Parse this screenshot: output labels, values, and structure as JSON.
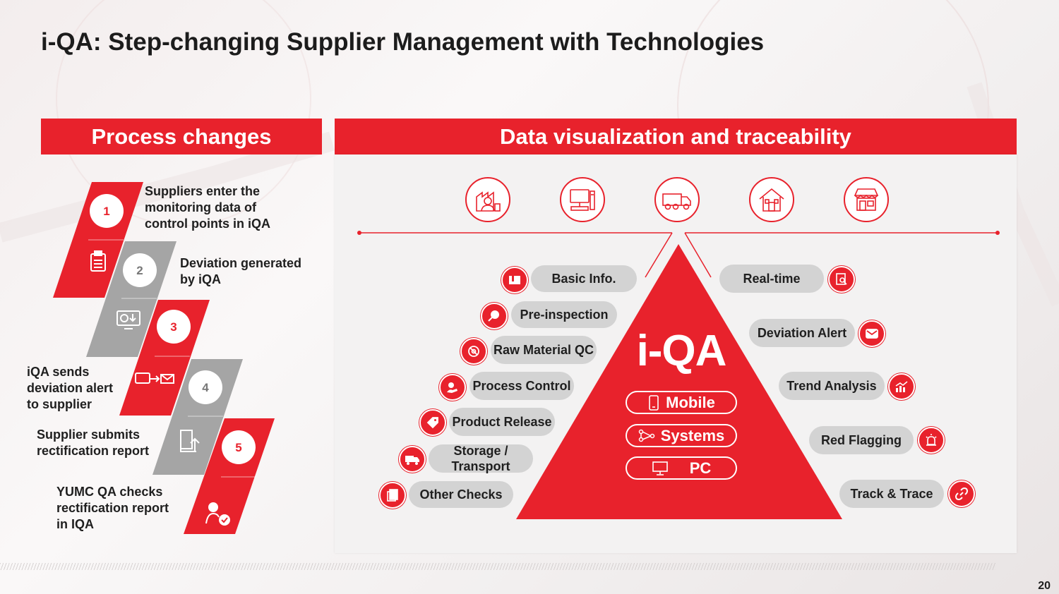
{
  "title": "i-QA: Step-changing Supplier Management with Technologies",
  "left_header": "Process changes",
  "right_header": "Data visualization and  traceability",
  "steps": [
    {
      "num": "1",
      "text": "Suppliers enter the monitoring data of control points in iQA",
      "icon": "clipboard-icon"
    },
    {
      "num": "2",
      "text": "Deviation generated by iQA",
      "icon": "monitor-download-icon"
    },
    {
      "num": "3",
      "text": "iQA sends deviation alert to supplier",
      "icon": "send-mail-icon"
    },
    {
      "num": "4",
      "text": "Supplier submits rectification report",
      "icon": "upload-doc-icon"
    },
    {
      "num": "5",
      "text": "YUMC QA checks rectification report in IQA",
      "icon": "user-check-icon"
    }
  ],
  "stages": [
    "factory-worker-icon",
    "computer-icon",
    "truck-icon",
    "home-icon",
    "store-icon"
  ],
  "left_pills": [
    {
      "label": "Basic Info.",
      "icon": "book-icon"
    },
    {
      "label": "Pre-inspection",
      "icon": "magnifier-icon"
    },
    {
      "label": "Raw Material QC",
      "icon": "no-germ-icon"
    },
    {
      "label": "Process Control",
      "icon": "hand-gear-icon"
    },
    {
      "label": "Product Release",
      "icon": "tag-icon"
    },
    {
      "label": "Storage / Transport",
      "icon": "truck-small-icon"
    },
    {
      "label": "Other Checks",
      "icon": "documents-icon"
    }
  ],
  "right_pills": [
    {
      "label": "Real-time",
      "icon": "search-doc-icon"
    },
    {
      "label": "Deviation Alert",
      "icon": "mail-icon"
    },
    {
      "label": "Trend Analysis",
      "icon": "bar-trend-icon"
    },
    {
      "label": "Red Flagging",
      "icon": "alarm-icon"
    },
    {
      "label": "Track & Trace",
      "icon": "link-icon"
    }
  ],
  "pyramid": {
    "title": "i-QA",
    "items": [
      {
        "label": "Mobile",
        "icon": "phone-icon"
      },
      {
        "label": "Systems",
        "icon": "network-icon"
      },
      {
        "label": "PC",
        "icon": "desktop-icon"
      }
    ]
  },
  "page_number": "20",
  "colors": {
    "accent": "#e8222c",
    "gray_step": "#a5a5a5",
    "pill": "#d3d3d3"
  }
}
